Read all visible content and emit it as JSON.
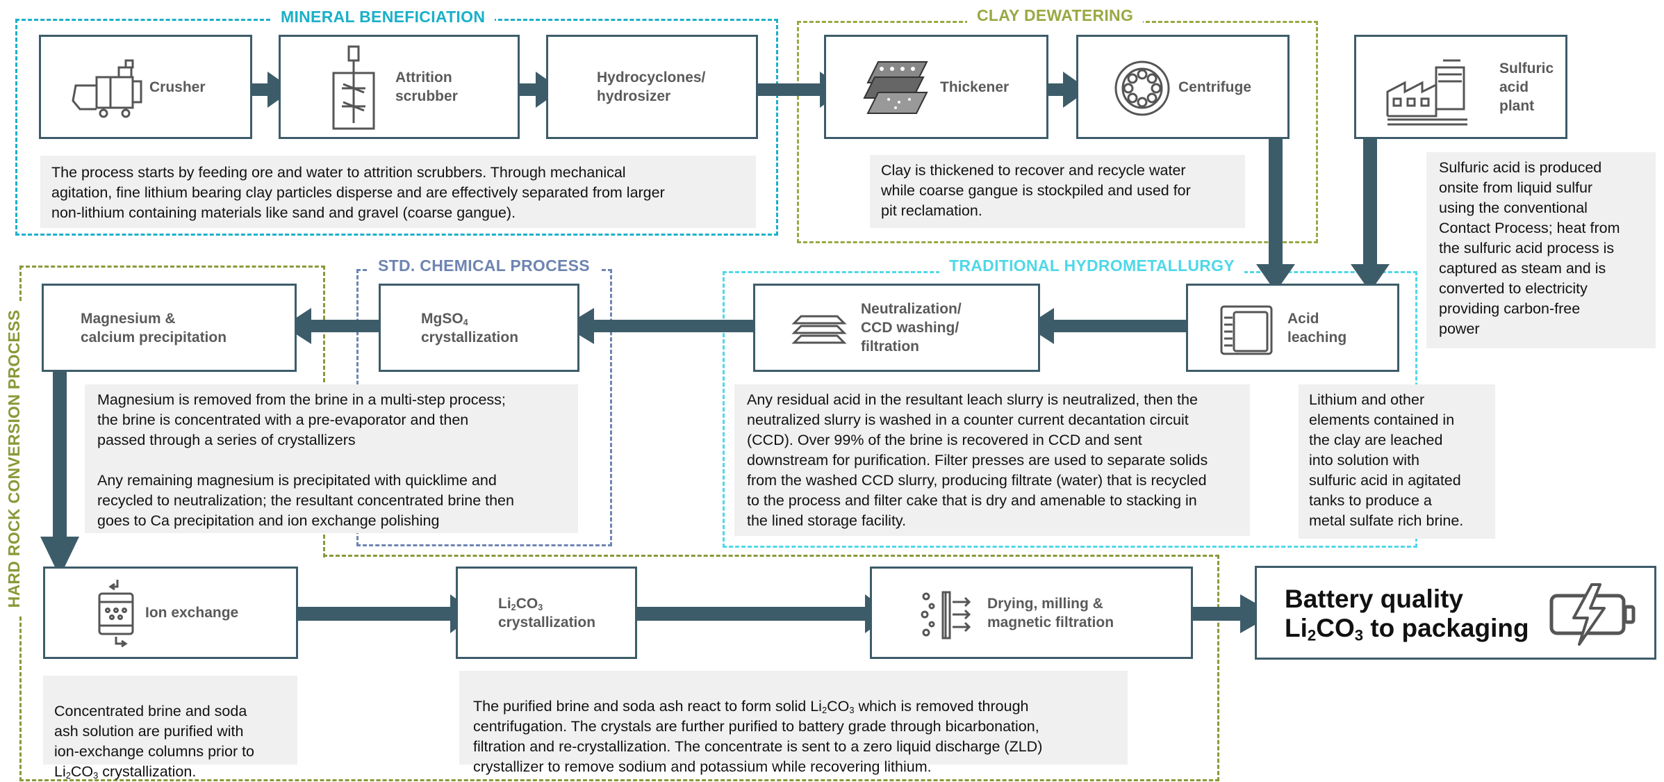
{
  "groups": {
    "mineral": "MINERAL BENEFICIATION",
    "clay": "CLAY DEWATERING",
    "std": "STD. CHEMICAL PROCESS",
    "hydro": "TRADITIONAL HYDROMETALLURGY",
    "hardrock": "HARD ROCK CONVERSION PROCESS"
  },
  "boxes": {
    "crusher": "Crusher",
    "attrition": "Attrition\nscrubber",
    "hydrocyclones": "Hydrocyclones/\nhydrosizer",
    "thickener": "Thickener",
    "centrifuge": "Centrifuge",
    "sulfuric_plant": "Sulfuric\nacid plant",
    "magnesium": "Magnesium &\ncalcium precipitation",
    "mgso4_pre": "MgSO",
    "mgso4_sub": "4",
    "mgso4_post": "crystallization",
    "neutralization": "Neutralization/\nCCD washing/\nfiltration",
    "acid_leaching": "Acid\nleaching",
    "ion_exchange": "Ion exchange",
    "li2co3_a": "Li",
    "li2co3_b": "2",
    "li2co3_c": "CO",
    "li2co3_d": "3",
    "li2co3_e": "crystallization",
    "drying": "Drying, milling &\nmagnetic filtration"
  },
  "battery": {
    "line1": "Battery quality",
    "l2a": "Li",
    "l2b": "2",
    "l2c": "CO",
    "l2d": "3",
    "l2e": " to packaging"
  },
  "notes": {
    "mineral": "The process starts by feeding ore and water to attrition scrubbers. Through mechanical\nagitation, fine lithium bearing clay particles disperse and are effectively separated from larger\nnon-lithium containing materials like sand and gravel (coarse gangue).",
    "clay": "Clay is thickened to recover and recycle water\nwhile coarse gangue is stockpiled and used for\npit reclamation.",
    "sulfuric": "Sulfuric acid is produced\nonsite from liquid sulfur\nusing the conventional\nContact Process; heat from\nthe sulfuric acid process is\ncaptured as steam and is\nconverted to electricity\nproviding carbon-free\npower",
    "magnesium": "Magnesium is removed from the brine in a multi-step process;\nthe brine is concentrated with a pre-evaporator and then\npassed through a series of crystallizers\n\nAny remaining magnesium is precipitated with quicklime and\nrecycled to neutralization; the resultant concentrated brine then\ngoes to Ca precipitation and ion exchange polishing",
    "neutral": "Any residual acid in the resultant leach slurry is neutralized, then the\nneutralized slurry is washed in a counter current decantation circuit\n(CCD). Over 99% of the brine is recovered in CCD and sent\ndownstream for purification. Filter presses are used to separate solids\nfrom the washed CCD slurry, producing filtrate (water) that is recycled\nto the process and filter cake that is dry and amenable to stacking in\nthe lined storage facility.",
    "leaching": "Lithium and other\nelements contained in\nthe clay are leached\ninto solution with\nsulfuric acid in agitated\ntanks to produce a\nmetal sulfate rich brine.",
    "ion_p1": "Concentrated brine and soda\nash solution are purified with\nion-exchange columns prior to\n",
    "ion_li": "Li",
    "ion_2": "2",
    "ion_co": "CO",
    "ion_3": "3",
    "ion_p2": " crystallization.",
    "puri_p1": "The purified brine and soda ash react to form solid ",
    "puri_li": "Li",
    "puri_2": "2",
    "puri_co": "CO",
    "puri_3": "3",
    "puri_p2": " which is removed through\ncentrifugation. The crystals are further purified to battery grade through bicarbonation,\nfiltration and re-crystallization. The concentrate is sent to a zero liquid discharge (ZLD)\ncrystallizer to remove sodium and potassium while recovering lithium."
  },
  "colors": {
    "box_border": "#3d5c69",
    "arrow": "#3d5c69",
    "mineral_frame": "#1ab0c8",
    "clay_frame": "#9aa843",
    "std_frame": "#6e84b2",
    "hydro_frame": "#4fd8e8",
    "hardrock_frame": "#8b9838",
    "note_bg": "#f0f0f0"
  }
}
